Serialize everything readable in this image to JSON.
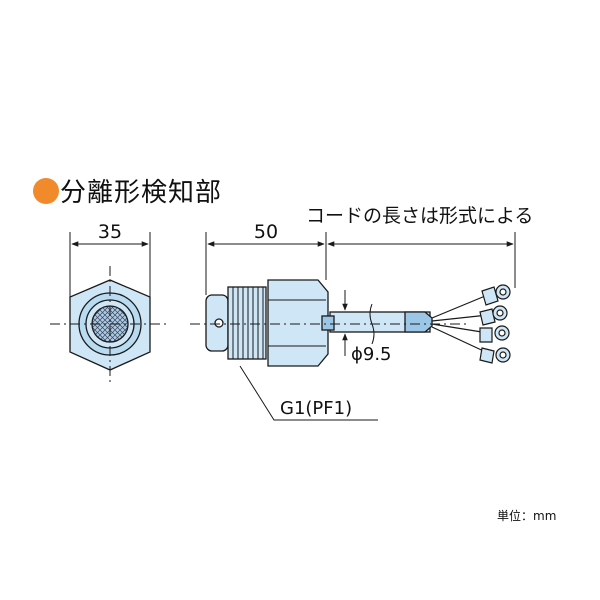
{
  "title": "分離形検知部",
  "colors": {
    "accent": "#f08a2b",
    "part_fill": "#cfe6f7",
    "part_dark": "#9cc6e6",
    "line": "#1a1a1a"
  },
  "dimensions": {
    "width_across": "35",
    "body_length": "50",
    "cord_note": "コードの長さは形式による",
    "cord_diameter": "ϕ9.5",
    "thread": "G1(PF1)"
  },
  "unit_note": "単位：mm"
}
